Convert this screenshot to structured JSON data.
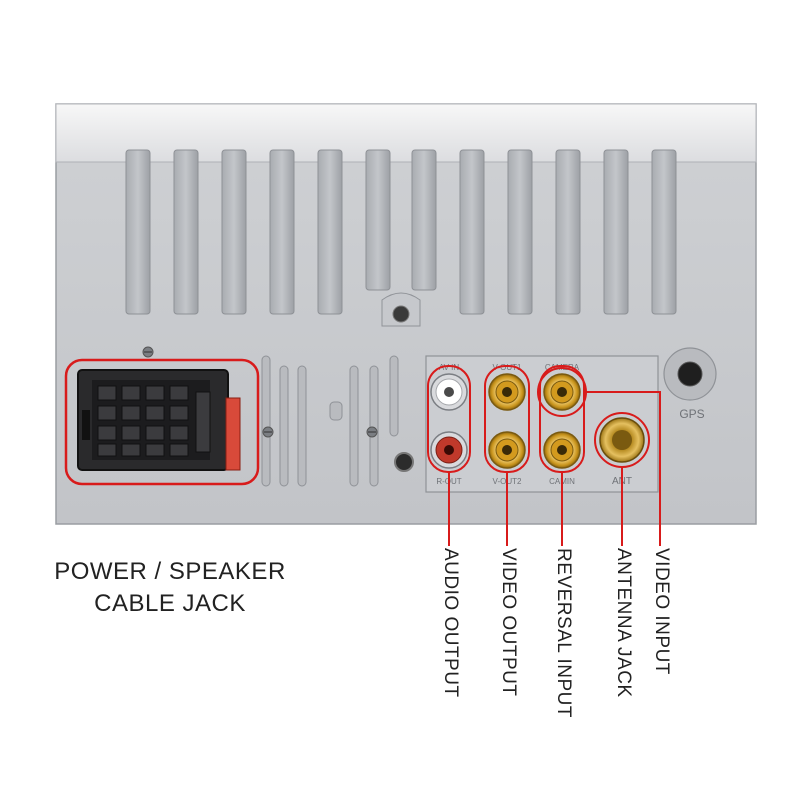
{
  "unit_labels": {
    "gps": "GPS",
    "ant": "ANT",
    "port_top_1": "AV IN",
    "port_top_2": "V-OUT1",
    "port_top_3": "CAMERA",
    "port_bottom_1": "R-OUT",
    "port_bottom_2": "V-OUT2",
    "port_bottom_3": "CAMIN"
  },
  "callouts": {
    "power_line1": "POWER / SPEAKER",
    "power_line2": "CABLE JACK",
    "audio_output": "AUDIO OUTPUT",
    "video_output": "VIDEO OUTPUT",
    "reversal_input": "REVERSAL INPUT",
    "antenna_jack": "ANTENNA JACK",
    "video_input": "VIDEO INPUT"
  },
  "colors": {
    "highlight": "#d81b1b",
    "chassis": "#c9cbcf",
    "rca_yellow": "#e3b12c",
    "rca_red": "#c0392b",
    "rca_white": "#f2f2f2"
  }
}
